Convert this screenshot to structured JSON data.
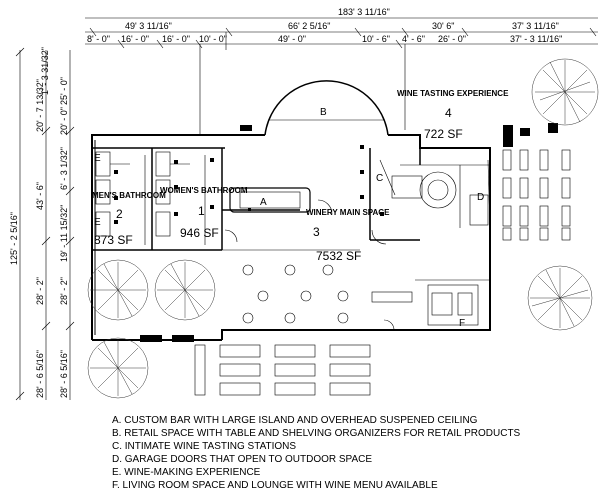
{
  "dimensions": {
    "overall_top": "183' 3 11/16\"",
    "top_row1": [
      "49' 3 11/16\"",
      "66' 2 5/16\"",
      "30' 6\"",
      "37' 3 11/16\""
    ],
    "top_row2": [
      "8' - 0\"",
      "16' - 0\"",
      "16' - 0\"",
      "10' - 0\"",
      "49' - 0\"",
      "10' - 6\"",
      "4' - 6\"",
      "26' - 0\"",
      "37' - 3 11/16\""
    ],
    "left_overall": "125' - 2 5/16\"",
    "left_outer": [
      "20' - 7 13/32\"",
      "43' - 6\"",
      "28' - 2\"",
      "28' - 6 5/16\""
    ],
    "left_inner": [
      "1' - 3 31/32\"",
      "20' - 0\"",
      "25' - 0\"",
      "6' - 3 1/32\"",
      "19' - 11 15/32\"",
      "28' - 2\"",
      "28' - 6 5/16\""
    ]
  },
  "rooms": [
    {
      "label": "MEN'S BATHROOM",
      "number": "2",
      "area": "873 SF"
    },
    {
      "label": "WOMEN'S BATHROOM",
      "number": "1",
      "area": "946 SF"
    },
    {
      "label": "WINERY MAIN SPACE",
      "number": "3",
      "area": "7532 SF"
    },
    {
      "label": "WINE TASTING EXPERIENCE",
      "number": "4",
      "area": "722 SF"
    }
  ],
  "tags": [
    "A",
    "B",
    "C",
    "D",
    "E",
    "E",
    "F"
  ],
  "legend": [
    "A. CUSTOM BAR WITH LARGE ISLAND AND OVERHEAD SUSPENED CEILING",
    "B. RETAIL SPACE WITH TABLE AND SHELVING ORGANIZERS FOR RETAIL PRODUCTS",
    "C. INTIMATE WINE TASTING STATIONS",
    "D. GARAGE DOORS THAT OPEN TO OUTDOOR SPACE",
    "E. WINE-MAKING EXPERIENCE",
    "F. LIVING ROOM SPACE AND LOUNGE WITH WINE MENU AVAILABLE"
  ]
}
